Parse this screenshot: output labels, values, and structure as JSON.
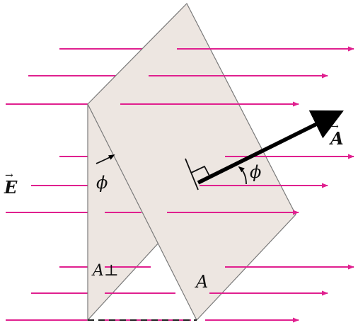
{
  "labels": {
    "field": "E",
    "area_vector": "A",
    "angle_left": "ϕ",
    "angle_right": "ϕ",
    "projected_area": "A⊥",
    "plane_area": "A"
  },
  "colors": {
    "field_lines": "#e0208f",
    "plane_fill": "#ede6e1",
    "plane_edge": "#7a7a7a",
    "vector": "#000000",
    "text": "#111111"
  }
}
